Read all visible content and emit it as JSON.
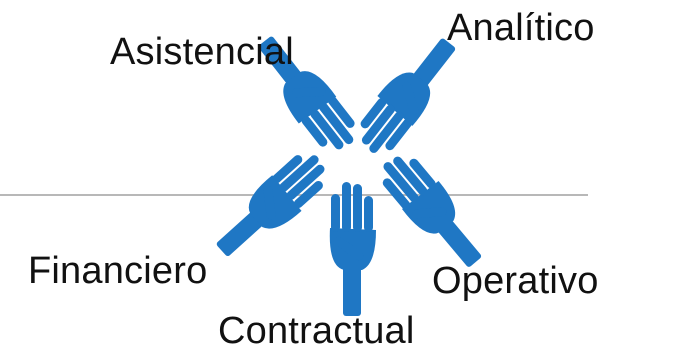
{
  "diagram": {
    "hand_color": "#1f77c4",
    "divider_color": "#b8b8b8",
    "labels": {
      "asistencial": "Asistencial",
      "analitico": "Analítico",
      "financiero": "Financiero",
      "operativo": "Operativo",
      "contractual": "Contractual"
    }
  }
}
